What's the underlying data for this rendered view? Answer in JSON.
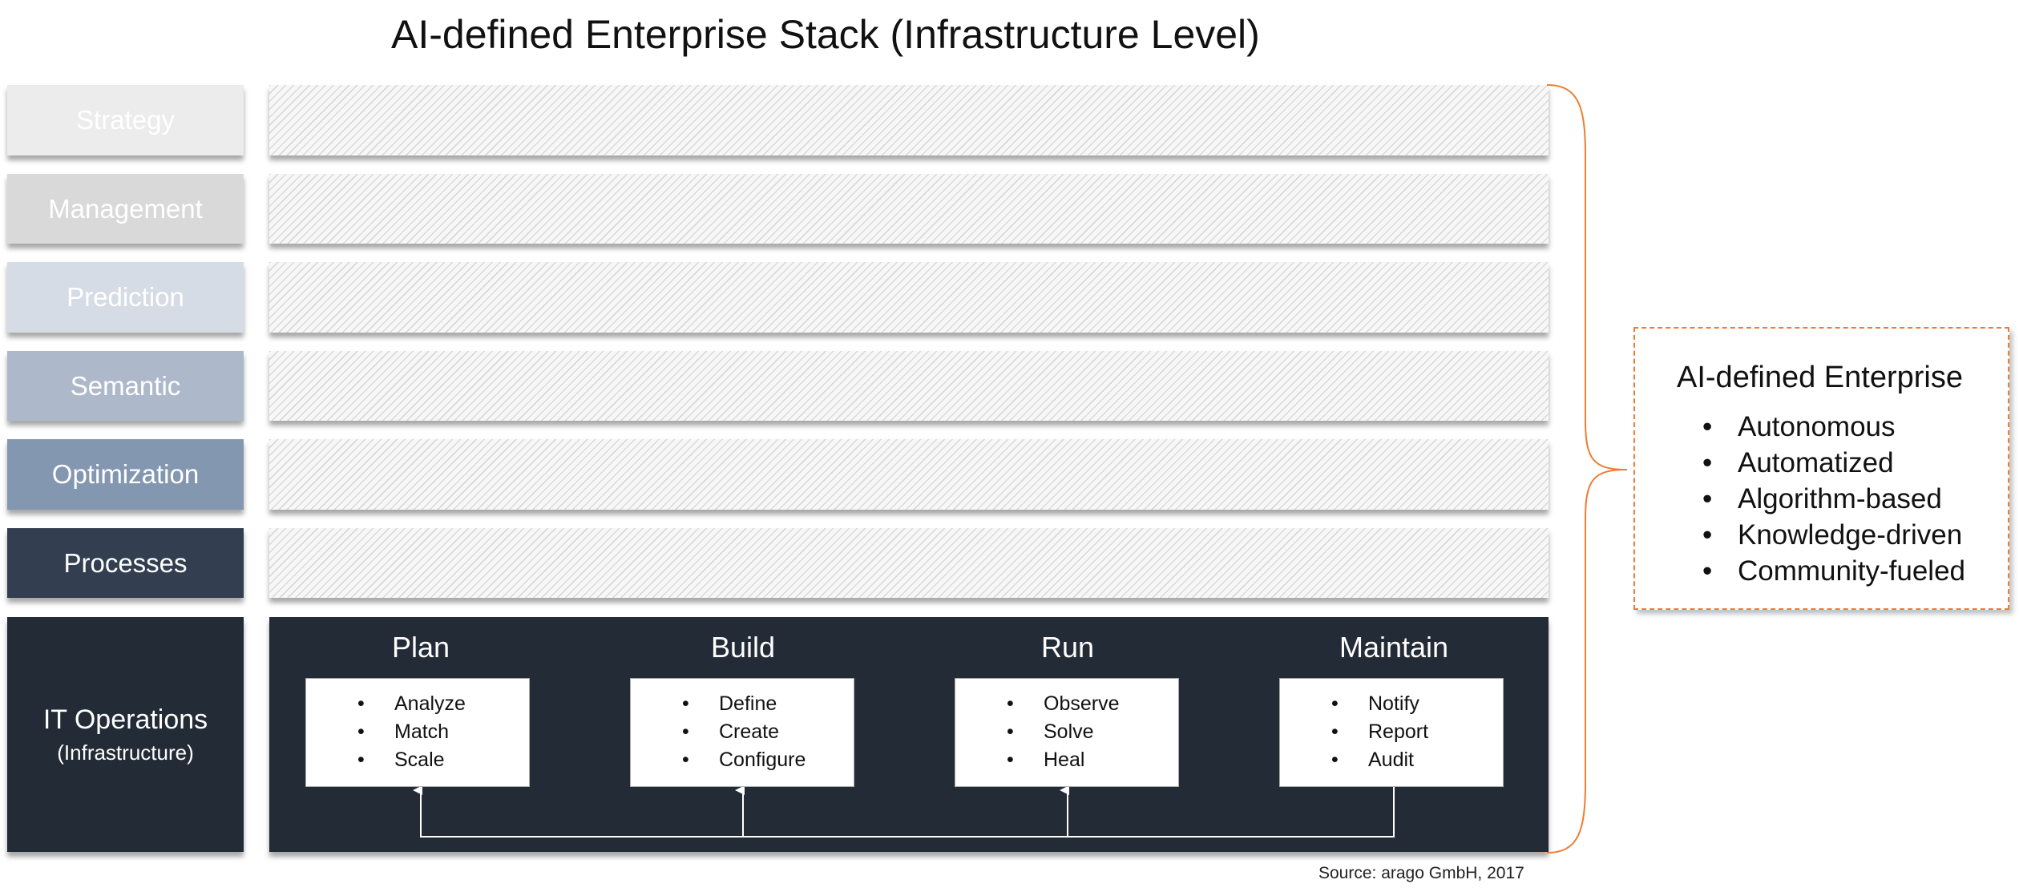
{
  "title": "AI-defined Enterprise Stack (Infrastructure Level)",
  "layers": [
    {
      "label": "Strategy",
      "color": "#ececec"
    },
    {
      "label": "Management",
      "color": "#d9d9d9"
    },
    {
      "label": "Prediction",
      "color": "#d6dce5"
    },
    {
      "label": "Semantic",
      "color": "#adb9ca"
    },
    {
      "label": "Optimization",
      "color": "#8497b0"
    },
    {
      "label": "Processes",
      "color": "#333f50"
    }
  ],
  "it_operations": {
    "label": "IT Operations",
    "sublabel": "(Infrastructure)",
    "phases": [
      {
        "title": "Plan",
        "items": [
          "Analyze",
          "Match",
          "Scale"
        ]
      },
      {
        "title": "Build",
        "items": [
          "Define",
          "Create",
          "Configure"
        ]
      },
      {
        "title": "Run",
        "items": [
          "Observe",
          "Solve",
          "Heal"
        ]
      },
      {
        "title": "Maintain",
        "items": [
          "Notify",
          "Report",
          "Audit"
        ]
      }
    ]
  },
  "callout": {
    "title": "AI-defined Enterprise",
    "items": [
      "Autonomous",
      "Automatized",
      "Algorithm-based",
      "Knowledge-driven",
      "Community-fueled"
    ],
    "border_color": "#ed7d31"
  },
  "source": "Source: arago GmbH, 2017"
}
